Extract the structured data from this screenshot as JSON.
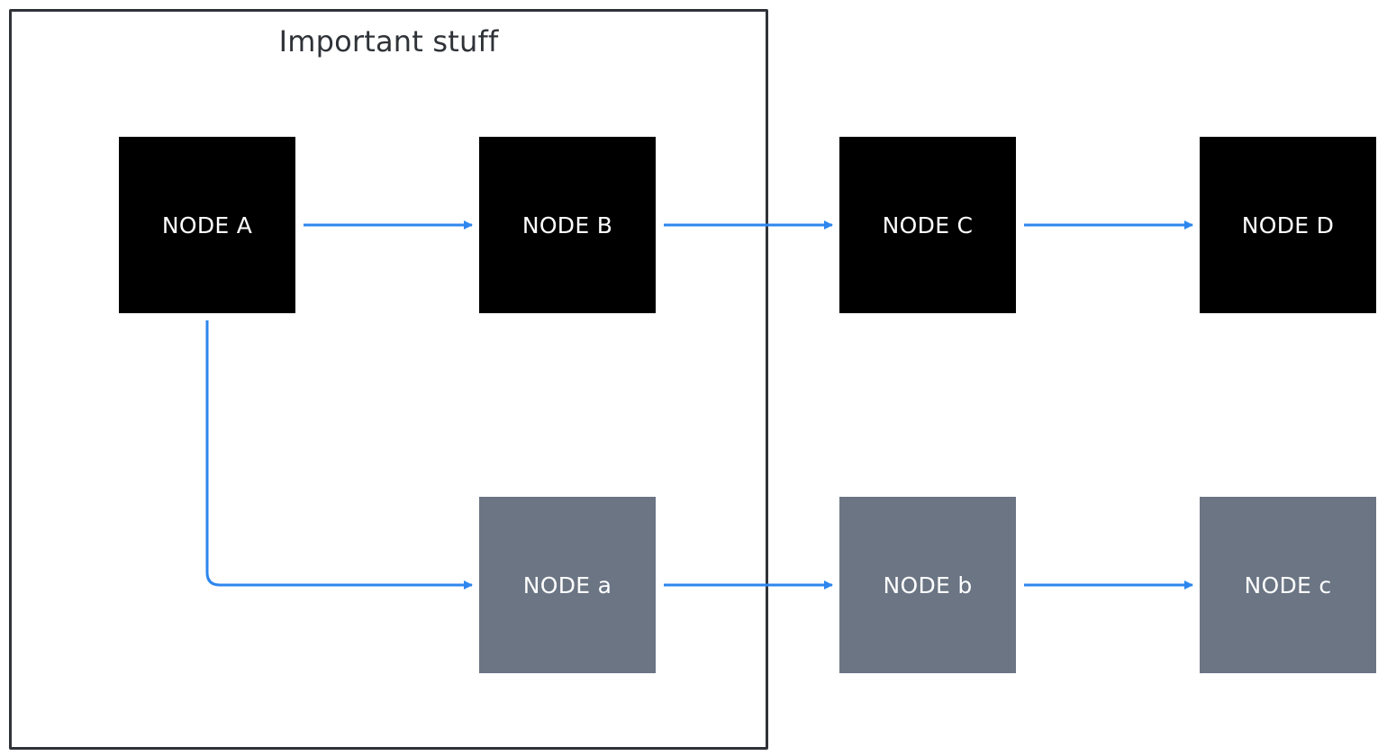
{
  "group": {
    "title": "Important stuff"
  },
  "nodes": {
    "A": {
      "label": "NODE A",
      "kind": "primary"
    },
    "B": {
      "label": "NODE B",
      "kind": "primary"
    },
    "C": {
      "label": "NODE C",
      "kind": "primary"
    },
    "D": {
      "label": "NODE D",
      "kind": "primary"
    },
    "a": {
      "label": "NODE a",
      "kind": "secondary"
    },
    "b": {
      "label": "NODE b",
      "kind": "secondary"
    },
    "c": {
      "label": "NODE c",
      "kind": "secondary"
    }
  },
  "edges": [
    {
      "from": "A",
      "to": "B"
    },
    {
      "from": "B",
      "to": "C"
    },
    {
      "from": "C",
      "to": "D"
    },
    {
      "from": "A",
      "to": "a"
    },
    {
      "from": "a",
      "to": "b"
    },
    {
      "from": "b",
      "to": "c"
    }
  ],
  "colors": {
    "primary_fill": "#000000",
    "secondary_fill": "#6b7584",
    "edge": "#2d86ee",
    "group_border": "#2f3338",
    "node_text": "#ffffff"
  }
}
